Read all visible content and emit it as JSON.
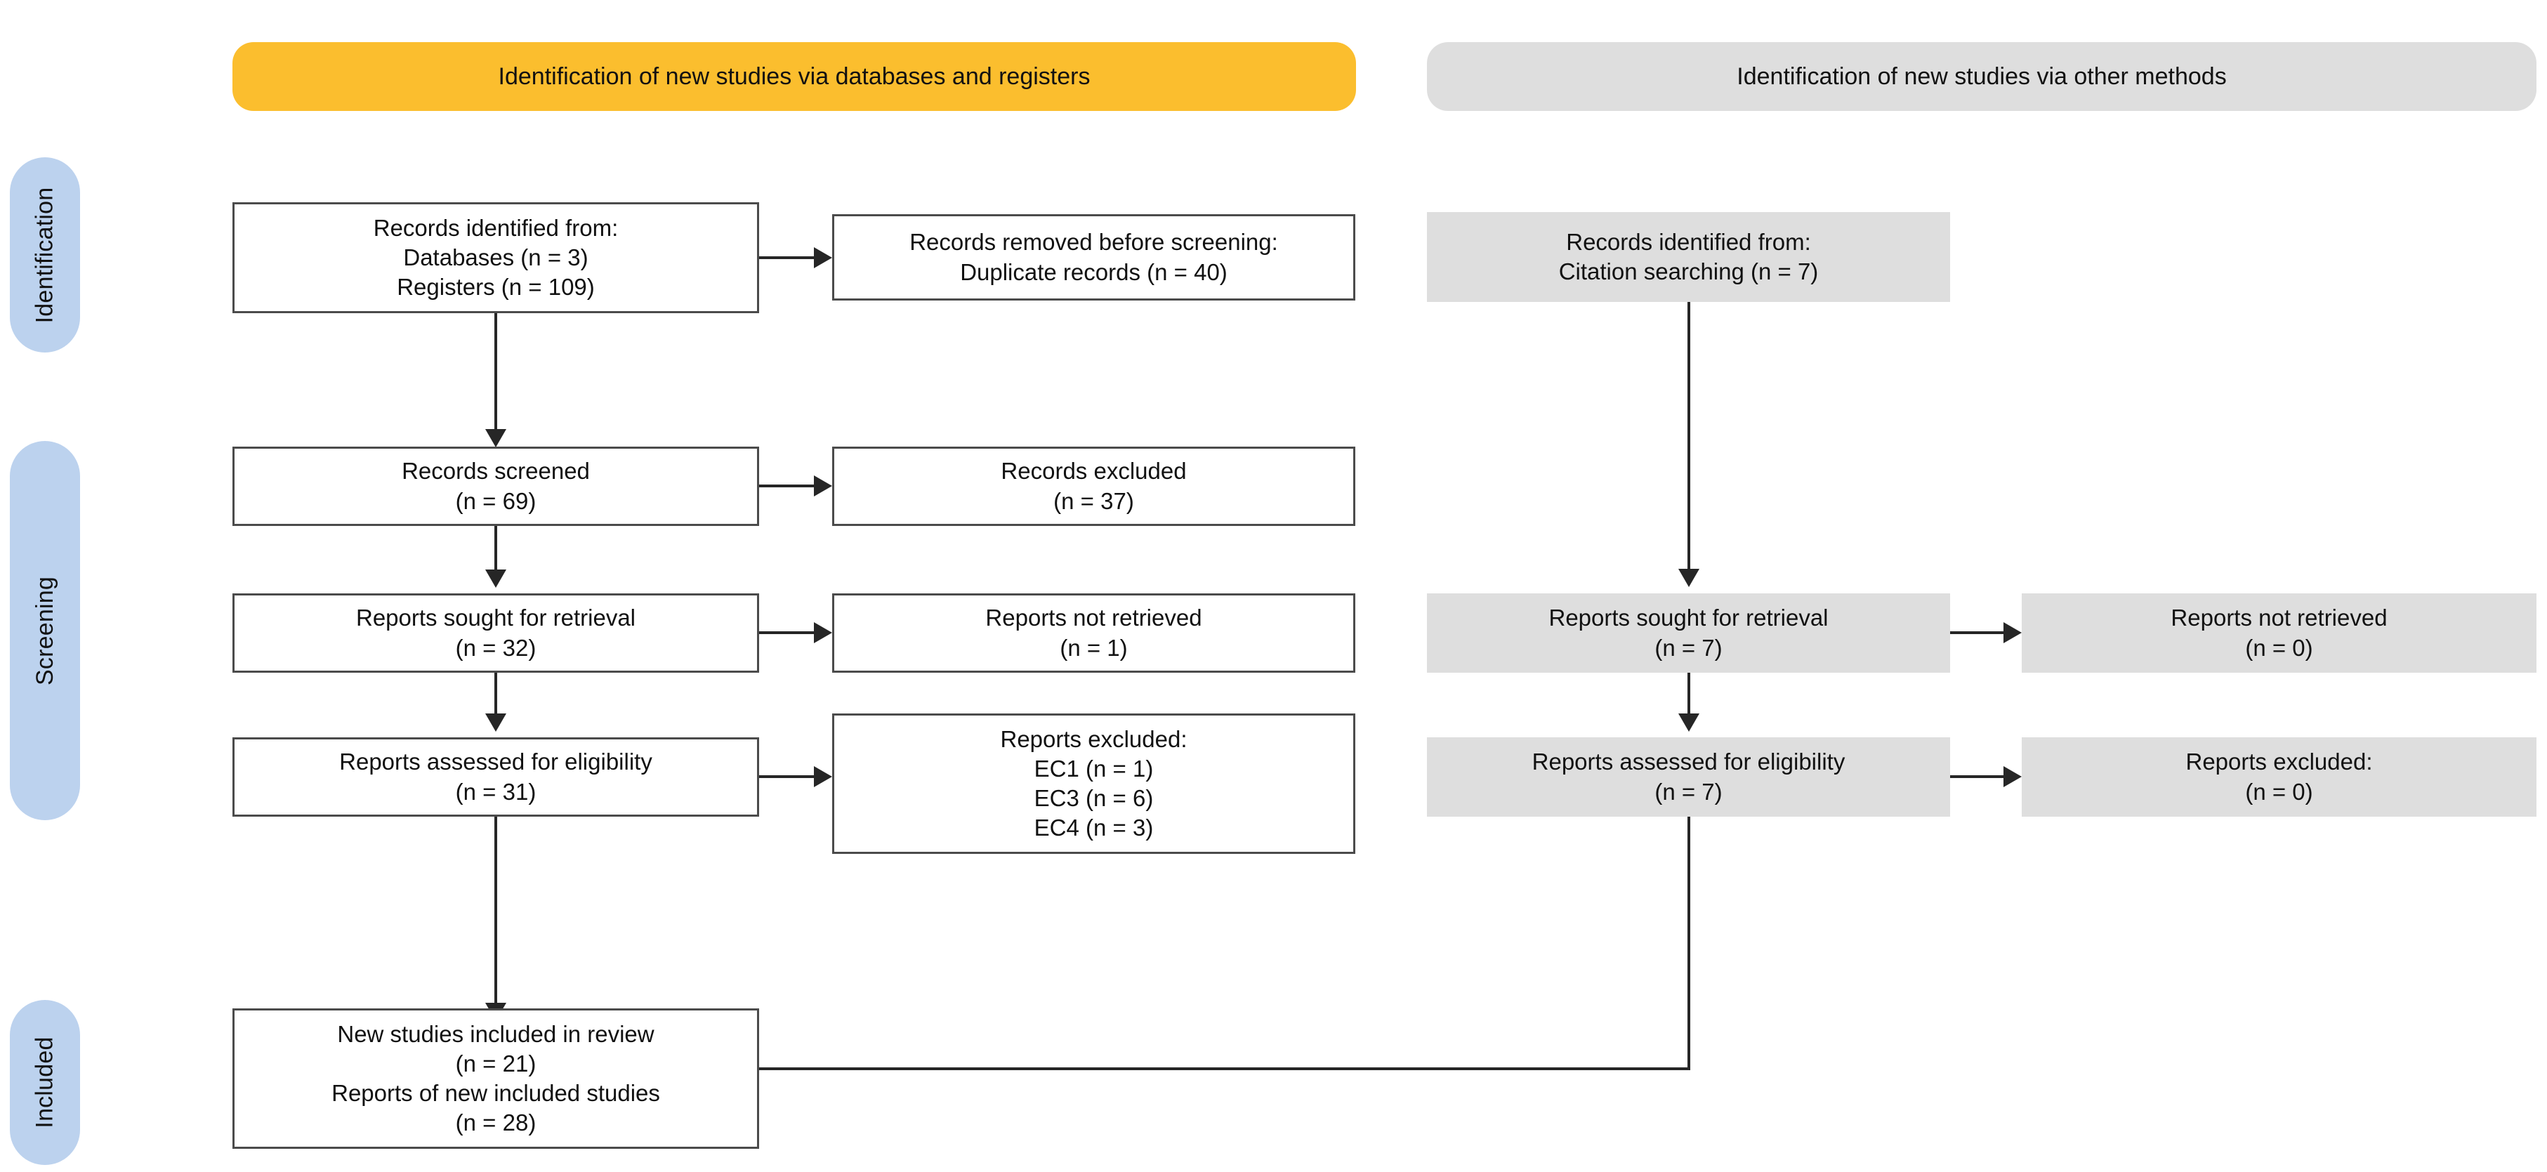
{
  "diagram": {
    "type": "prisma-2020-flow-diagram",
    "colors": {
      "stage_pill": "#bcd2ee",
      "header_databases": "#fbbe2e",
      "header_other": "#dedede",
      "box_fill_other_methods": "#dedede",
      "box_border": "#4b4b4b",
      "connector": "#262626",
      "page_background": "#ffffff"
    }
  },
  "stages": [
    {
      "label": "Identification"
    },
    {
      "label": "Screening"
    },
    {
      "label": "Included"
    }
  ],
  "headers": {
    "databases": "Identification of new studies via databases and registers",
    "other_methods": "Identification of new studies via other methods"
  },
  "databases_column": {
    "records_identified": [
      "Records identified from:",
      "Databases (n = 3)",
      "Registers (n = 109)"
    ],
    "records_removed": [
      "Records removed before screening:",
      "Duplicate records (n = 40)"
    ],
    "records_screened": [
      "Records screened",
      "(n = 69)"
    ],
    "records_excluded": [
      "Records excluded",
      "(n = 37)"
    ],
    "reports_sought": [
      "Reports sought for retrieval",
      "(n = 32)"
    ],
    "reports_not_retrieved": [
      "Reports not retrieved",
      "(n = 1)"
    ],
    "reports_assessed": [
      "Reports assessed for eligibility",
      "(n = 31)"
    ],
    "reports_excluded": [
      "Reports excluded:",
      "EC1 (n = 1)",
      "EC3 (n = 6)",
      "EC4 (n = 3)"
    ]
  },
  "other_methods_column": {
    "records_identified": [
      "Records identified from:",
      "Citation searching (n = 7)"
    ],
    "reports_sought": [
      "Reports sought for retrieval",
      "(n = 7)"
    ],
    "reports_not_retrieved": [
      "Reports not retrieved",
      "(n = 0)"
    ],
    "reports_assessed": [
      "Reports assessed for eligibility",
      "(n = 7)"
    ],
    "reports_excluded": [
      "Reports excluded:",
      "(n = 0)"
    ]
  },
  "included": {
    "new_studies": [
      "New studies included in review",
      "(n = 21)",
      "Reports of new included studies",
      "(n = 28)"
    ]
  },
  "counts": {
    "databases": 3,
    "registers": 109,
    "duplicate_records_removed": 40,
    "records_screened": 69,
    "records_excluded": 37,
    "reports_sought_db": 32,
    "reports_not_retrieved_db": 1,
    "reports_assessed_db": 31,
    "excluded_ec1": 1,
    "excluded_ec3": 6,
    "excluded_ec4": 3,
    "citation_searching": 7,
    "reports_sought_other": 7,
    "reports_not_retrieved_other": 0,
    "reports_assessed_other": 7,
    "reports_excluded_other": 0,
    "new_studies_included": 21,
    "reports_of_new_included_studies": 28
  }
}
